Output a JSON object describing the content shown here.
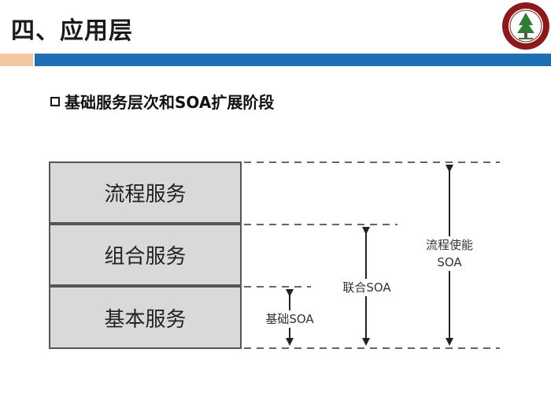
{
  "header": {
    "title": "四、应用层"
  },
  "section": {
    "subtitle": "基础服务层次和SOA扩展阶段"
  },
  "layers": [
    {
      "label": "流程服务"
    },
    {
      "label": "组合服务"
    },
    {
      "label": "基本服务"
    }
  ],
  "ranges": [
    {
      "label": "基础SOA"
    },
    {
      "label": "联合SOA"
    },
    {
      "label_line1": "流程使能",
      "label_line2": "SOA"
    }
  ],
  "colors": {
    "accent_blue": "#1f6fb5",
    "accent_orange": "#f2c7a2",
    "block_fill": "#d9d9d9"
  }
}
